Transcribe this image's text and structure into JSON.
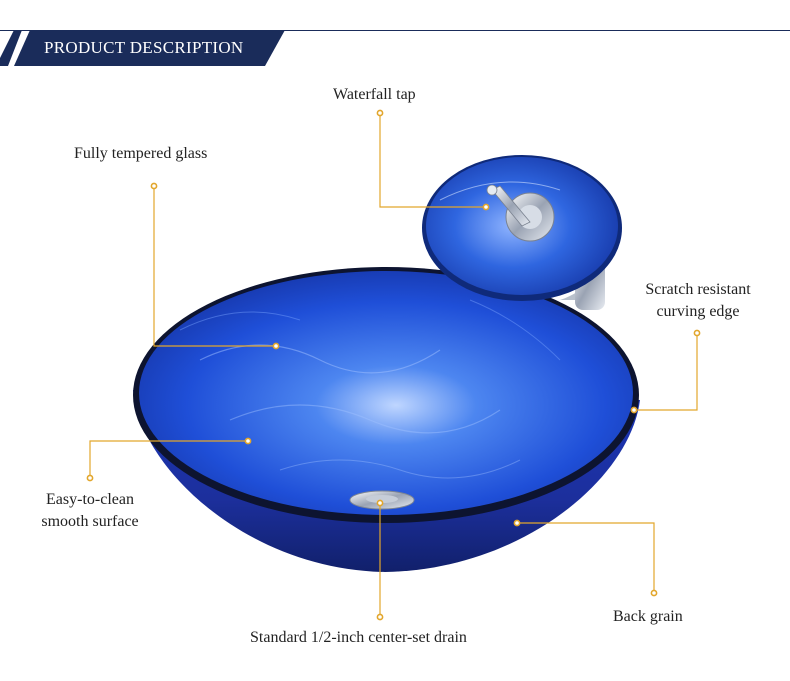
{
  "header": {
    "title": "PRODUCT DESCRIPTION"
  },
  "colors": {
    "accent": "#e2a62c",
    "banner": "#1a2c5a",
    "glass": "#1f4fd8"
  },
  "callouts": {
    "waterfall_tap": "Waterfall tap",
    "tempered_glass": "Fully tempered glass",
    "scratch_edge_line1": "Scratch resistant",
    "scratch_edge_line2": "curving edge",
    "easy_clean_line1": "Easy-to-clean",
    "easy_clean_line2": "smooth surface",
    "back_grain": "Back grain",
    "drain": "Standard 1/2-inch center-set drain"
  }
}
